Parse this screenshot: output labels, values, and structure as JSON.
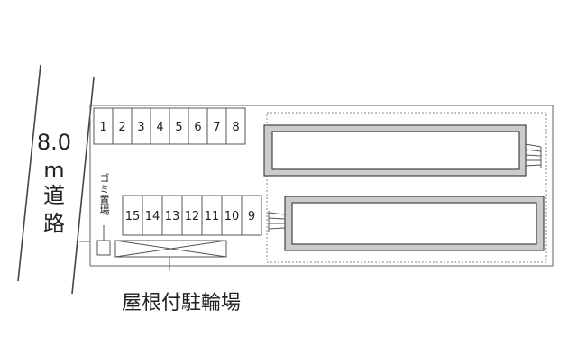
{
  "road": {
    "width_label": "8.0",
    "unit_label": "m",
    "road_char_1": "道",
    "road_char_2": "路"
  },
  "upper_slots": [
    "1",
    "2",
    "3",
    "4",
    "5",
    "6",
    "7",
    "8"
  ],
  "lower_slots": [
    "15",
    "14",
    "13",
    "12",
    "11",
    "10",
    "9"
  ],
  "garbage_label": "ゴミ置場",
  "bike_parking_label": "屋根付駐輪場",
  "colors": {
    "line": "#444444",
    "building_fill": "#ffffff",
    "building_shadow": "#bbbbbb"
  }
}
